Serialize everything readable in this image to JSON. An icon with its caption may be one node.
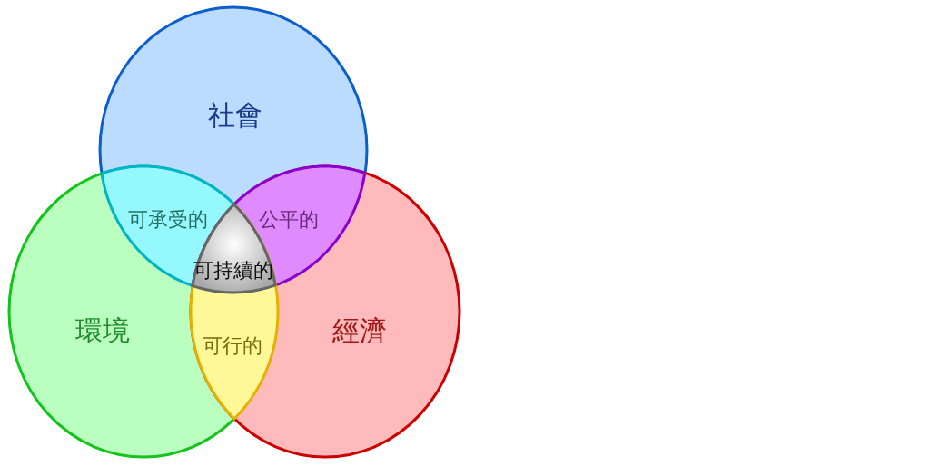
{
  "diagram": {
    "nodes": [
      {
        "text": [
          "社會"
        ]
      },
      {
        "text": [
          "環境"
        ]
      },
      {
        "text": [
          "經濟"
        ]
      },
      {
        "text": [
          "可承受的"
        ]
      },
      {
        "text": [
          "公平的"
        ]
      },
      {
        "text": [
          "可持續的"
        ]
      },
      {
        "text": [
          "可行的"
        ]
      }
    ]
  }
}
